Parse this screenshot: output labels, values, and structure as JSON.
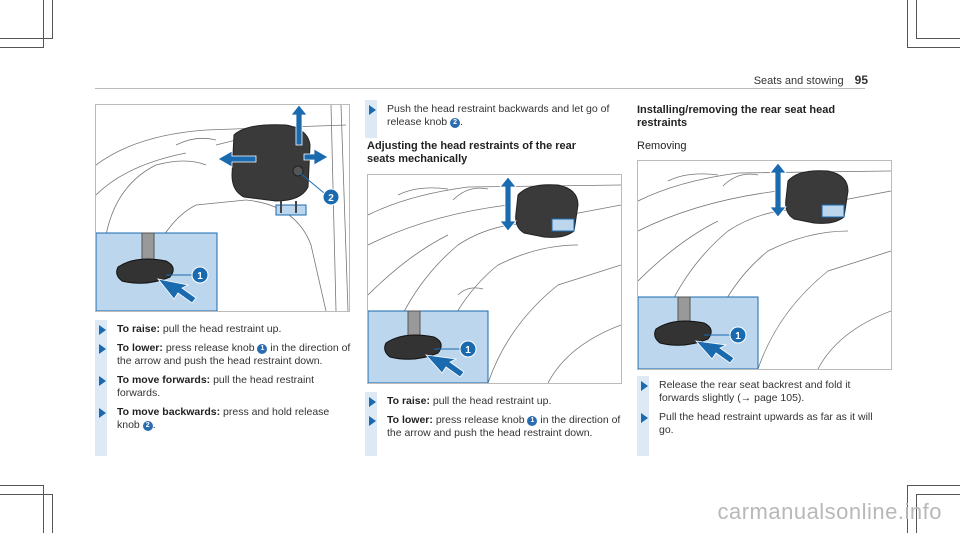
{
  "header": {
    "section": "Seats and stowing",
    "page_number": "95"
  },
  "left": {
    "items": [
      {
        "label": "To raise:",
        "text": "pull the head restraint up."
      },
      {
        "label": "To lower:",
        "pre": "press release knob",
        "knob": "1",
        "post": "in the direction of the arrow and push the head restraint down."
      },
      {
        "label": "To move forwards:",
        "text": "pull the head restraint forwards."
      },
      {
        "label": "To move backwards:",
        "pre": "press and hold release knob",
        "knob": "2",
        "post": "."
      }
    ]
  },
  "middle": {
    "top_item": {
      "pre": "Push the head restraint backwards and let go of release knob",
      "knob": "2",
      "post": "."
    },
    "heading": "Adjusting the head restraints of the rear seats mechanically",
    "items": [
      {
        "label": "To raise:",
        "text": "pull the head restraint up."
      },
      {
        "label": "To lower:",
        "pre": "press release knob",
        "knob": "1",
        "post": "in the direction of the arrow and push the head restraint down."
      }
    ]
  },
  "right": {
    "heading": "Installing/removing the rear seat head restraints",
    "subheading": "Removing",
    "items": [
      {
        "pre": "Release the rear seat backrest and fold it forwards slightly (",
        "arrow": "→",
        "post": "page 105)."
      },
      {
        "text": "Pull the head restraint upwards as far as it will go."
      }
    ]
  },
  "figures": {
    "callout_1": "1",
    "callout_2": "2"
  },
  "watermark": "carmanualsonline.info",
  "colors": {
    "accent": "#1a6aaf",
    "panel": "#bcd6ee"
  }
}
